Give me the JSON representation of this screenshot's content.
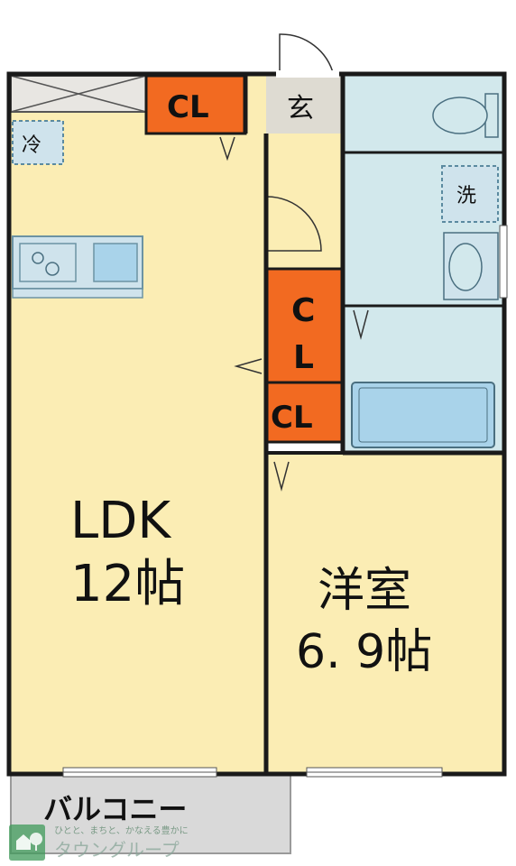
{
  "rooms": {
    "ldk_name": "LDK",
    "ldk_size": "12帖",
    "western_name": "洋室",
    "western_size": "6. 9帖",
    "balcony": "バルコニー",
    "entrance": "玄",
    "fridge": "冷",
    "washer": "洗"
  },
  "closets": {
    "top": "CL",
    "middle_c": "C",
    "middle_l": "L",
    "lower": "CL"
  },
  "logo": {
    "tagline": "ひとと、まちと、かなえる豊かに",
    "name": "タウングループ",
    "icon": "house-tree-icon"
  },
  "colors": {
    "room_fill": "#fbedb4",
    "wet_fill": "#d2e8ec",
    "closet_fill": "#f26a21",
    "wall": "#1a1a1a",
    "balcony_fill": "#d7d7d7",
    "entrance_fill": "#dedbd2"
  }
}
